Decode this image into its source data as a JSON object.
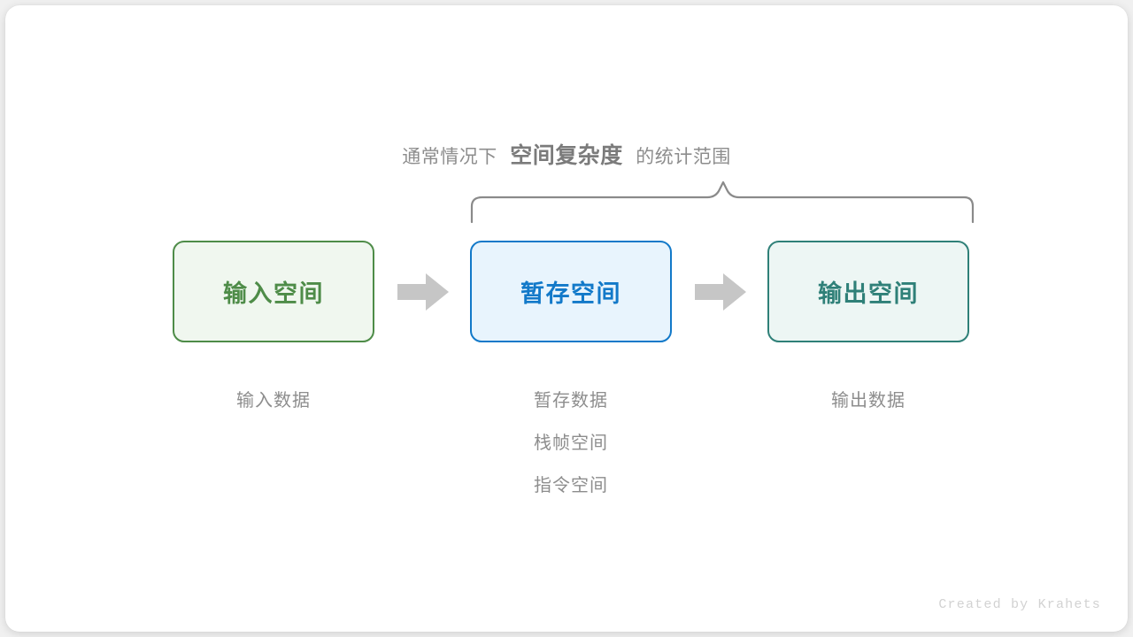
{
  "canvas": {
    "background_color": "#f0f0f0",
    "card_background": "#ffffff"
  },
  "scope_title": {
    "prefix": "通常情况下",
    "emphasis": "空间复杂度",
    "suffix": "的统计范围",
    "text_color": "#8d8d8d",
    "emphasis_color": "#7b7b7b"
  },
  "brace": {
    "name": "scope-brace",
    "color": "#8a8a8a",
    "spans_boxes": [
      "暂存空间",
      "输出空间"
    ]
  },
  "boxes": [
    {
      "id": "input",
      "label": "输入空间",
      "border_color": "#4e8c48",
      "fill_color": "#f0f7ef",
      "text_color": "#4e8c48"
    },
    {
      "id": "temp",
      "label": "暂存空间",
      "border_color": "#1279c9",
      "fill_color": "#e8f4fd",
      "text_color": "#1279c9"
    },
    {
      "id": "output",
      "label": "输出空间",
      "border_color": "#2f8078",
      "fill_color": "#edf6f4",
      "text_color": "#2f8078"
    }
  ],
  "arrows": [
    {
      "id": "arrow-1",
      "direction": "right",
      "color": "#c6c6c6"
    },
    {
      "id": "arrow-2",
      "direction": "right",
      "color": "#c6c6c6"
    }
  ],
  "captions": [
    {
      "id": "input",
      "lines": [
        "输入数据"
      ]
    },
    {
      "id": "temp",
      "lines": [
        "暂存数据",
        "栈帧空间",
        "指令空间"
      ]
    },
    {
      "id": "output",
      "lines": [
        "输出数据"
      ]
    }
  ],
  "footer": {
    "credit": "Created by Krahets",
    "color": "#d2d2d2"
  }
}
